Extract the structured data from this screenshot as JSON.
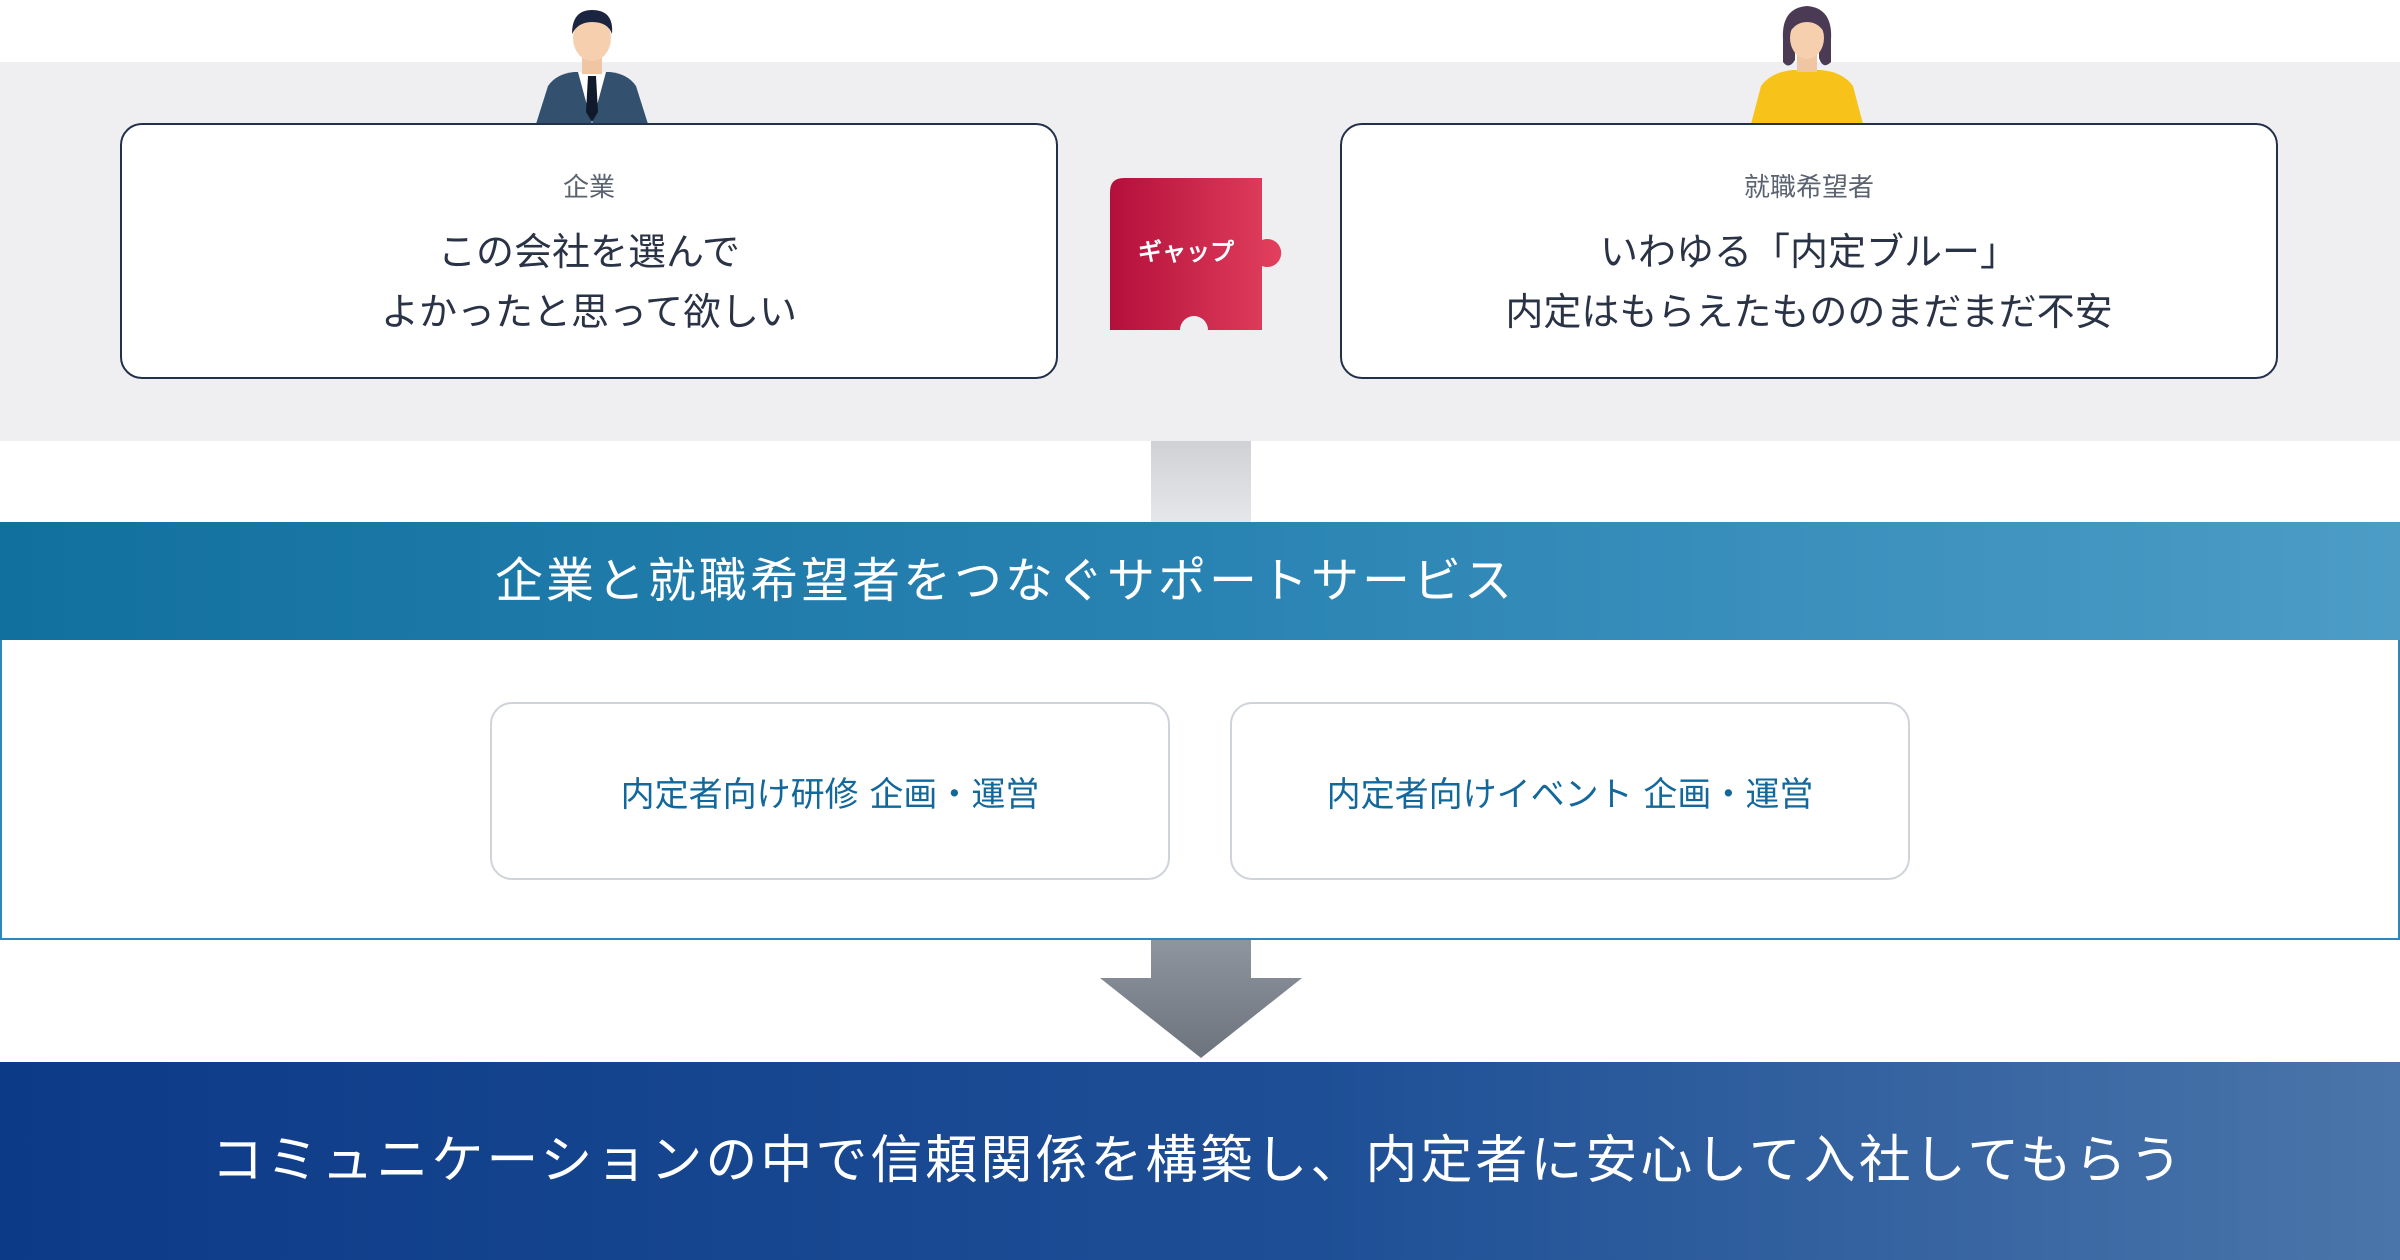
{
  "company": {
    "label": "企業",
    "line1": "この会社を選んで",
    "line2": "よかったと思って欲しい",
    "icon": "businessman-icon"
  },
  "gap": {
    "label": "ギャップ",
    "icon": "puzzle-piece-icon",
    "color": "#d2304e"
  },
  "applicant": {
    "label": "就職希望者",
    "line1": "いわゆる「内定ブルー」",
    "line2": "内定はもらえたもののまだまだ不安",
    "icon": "woman-icon"
  },
  "service": {
    "title": "企業と就職希望者をつなぐサポートサービス",
    "items": [
      {
        "label": "内定者向け研修 企画・運営"
      },
      {
        "label": "内定者向けイベント 企画・運営"
      }
    ],
    "accent": "#1b77a8"
  },
  "result": {
    "text": "コミュニケーションの中で信頼関係を構築し、内定者に安心して入社してもらう",
    "color": "#0d3a87"
  }
}
